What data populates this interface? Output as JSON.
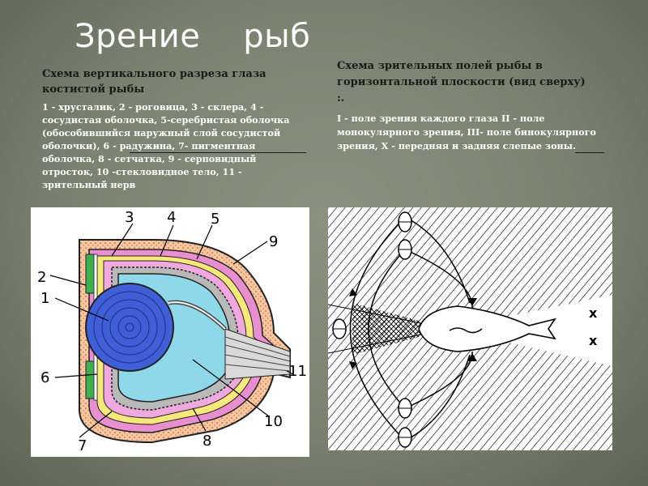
{
  "slide": {
    "title": "Зрение    рыб",
    "left": {
      "heading": "Схема вертикального разреза глаза костистой рыбы",
      "description": "1 - хрусталик, 2 - роговица, 3 - склера, 4 - сосудистая оболочка, 5-серебристая оболочка (обособившийся наружный слой сосудистой оболочки), 6 - радужина, 7- пигментная оболочка, 8 - сетчатка, 9 - серповидный отросток, 10 -стекловидное тело, 11 - зрительный нерв"
    },
    "right": {
      "heading": "Схема зрительных полей рыбы в горизонтальной плоскости (вид сверху) :.",
      "description": " I - поле зрения каждого глаза II - поле монокулярного зрения, III- поле бинокулярного зрения, X - передняя и задняя слепые зоны."
    }
  },
  "eye_diagram": {
    "labels": [
      "1",
      "2",
      "3",
      "4",
      "5",
      "6",
      "7",
      "8",
      "9",
      "10",
      "11"
    ]
  },
  "field_diagram": {
    "marks": [
      "x",
      "x"
    ]
  },
  "colors": {
    "lens": "#3f5fd6",
    "vitreous": "#8fd8ea",
    "pink": "#e88fd0",
    "yellow": "#f6e87a",
    "green": "#3fae4f",
    "sclera": "#f5c8a0"
  }
}
